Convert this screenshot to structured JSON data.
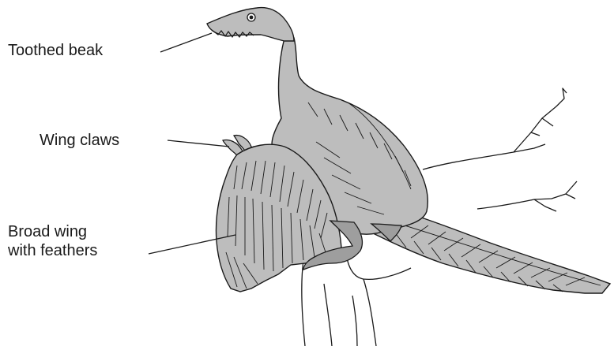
{
  "labels": {
    "toothed_beak": "Toothed beak",
    "wing_claws": "Wing claws",
    "broad_wing_line1": "Broad wing",
    "broad_wing_line2": "with feathers"
  },
  "colors": {
    "body_fill": "#bdbdbd",
    "outline": "#1a1a1a",
    "branch": "#ffffff"
  }
}
